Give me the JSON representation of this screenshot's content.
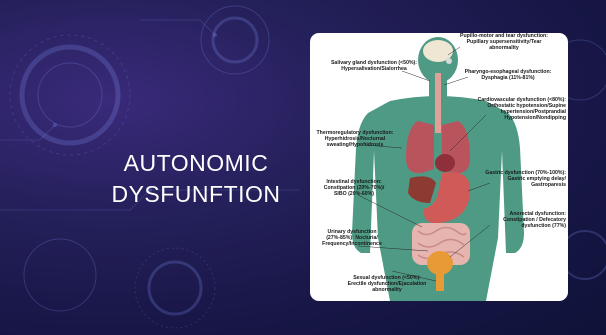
{
  "slide": {
    "title": "AUTONOMIC\nDYSFUNFTION"
  },
  "figure": {
    "labels": {
      "pupillo": "Pupillo-motor and tear dysfunction:\nPupillary supersensitivity/Tear\nabnormality",
      "salivary": "Salivary gland dysfunction (<50%):\nHypersalivation/Sialorrhea",
      "pharyngo": "Pharyngo-esophageal dysfunction:\nDysphagia (11%-81%)",
      "cardio": "Cardiovascular dysfunction (<80%):\nOrthostatic hypotension/Supine\nhypertension/Postprandial\nHypotension/Nondipping",
      "thermo": "Thermoregulatory dysfunction:\nHyperhidrosis/Nocturnal\nsweating/Hypohidrosis",
      "gastric": "Gastric dysfunction (70%-100%):\nGastric emptying delay/\nGastroparesis",
      "intestinal": "Intestinal dysfunction:\nConstipation (20%-70%)/\nSIBO (20%-60%)",
      "anorectal": "Anorectal dysfunction:\nConstipation / Defecatory\ndysfunction (77%)",
      "urinary": "Urinary dysfunction\n(27%-85%): Nocturia/\nFrequency/Incontinence",
      "sexual": "Sexual dysfunction (<50%):\nErectile dysfunction/Ejaculation\nabnormality"
    }
  },
  "colors": {
    "background_dark": "#171646",
    "silhouette": "#4f9a85",
    "lungs": "#b9545d",
    "stomach": "#cf5a58",
    "intestine": "#e7b5b0",
    "bladder": "#e89a36"
  }
}
